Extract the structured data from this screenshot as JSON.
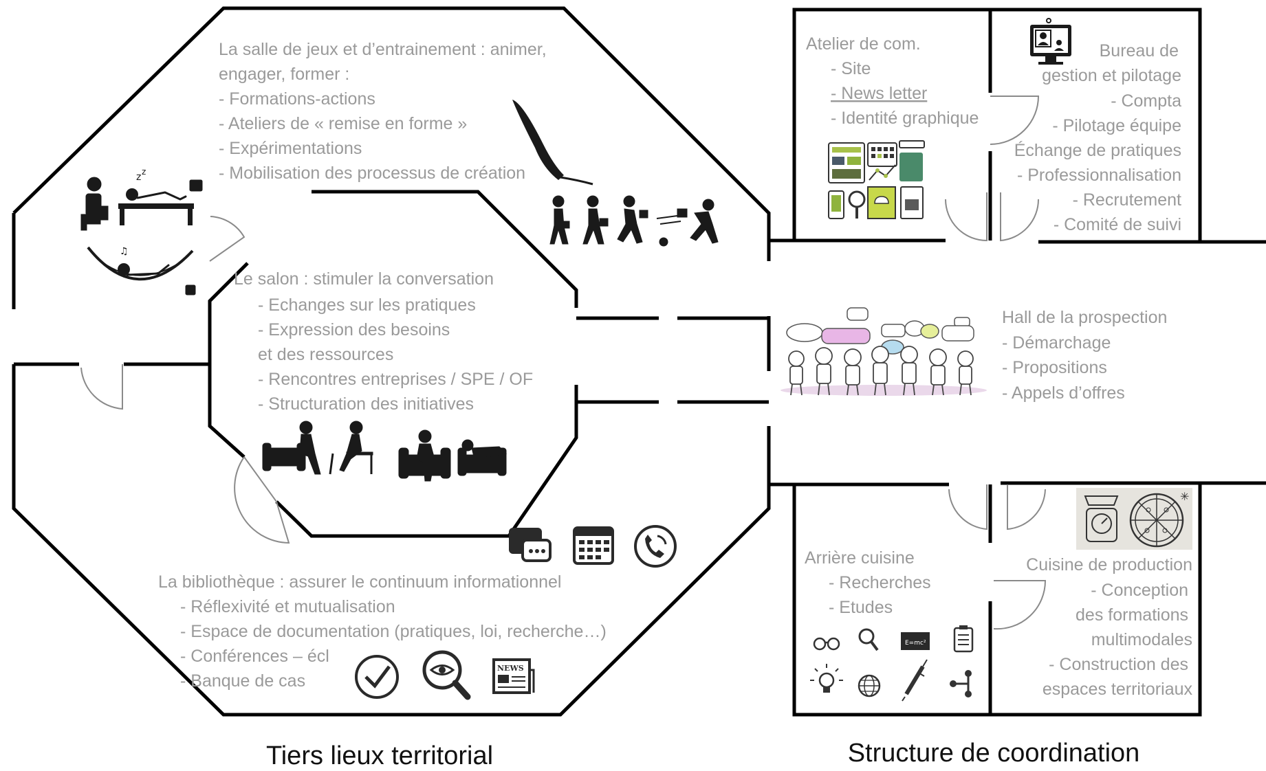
{
  "tiers_lieux": {
    "caption": "Tiers lieux territorial",
    "salle_jeux": {
      "title_line1": "La salle de jeux et d’entrainement : animer,",
      "title_line2": "engager, former :",
      "items": [
        "- Formations-actions",
        "- Ateliers de « remise en forme »",
        "- Expérimentations",
        "- Mobilisation des processus de création"
      ]
    },
    "salon": {
      "title": "Le salon : stimuler la conversation",
      "line1": "- Echanges sur les pratiques",
      "line2": "- Expression des besoins",
      "line3": "et des ressources",
      "line4": "-   Rencontres entreprises / SPE / OF",
      "line5": "-   Structuration des initiatives"
    },
    "bibliotheque": {
      "title": "La bibliothèque : assurer le continuum informationnel",
      "items": [
        "- Réflexivité et mutualisation",
        "- Espace de documentation (pratiques, loi, recherche…)",
        "- Conférences – écl",
        "- Banque de cas"
      ]
    }
  },
  "structure": {
    "caption": "Structure de coordination",
    "atelier_com": {
      "title": "Atelier de com.",
      "items": [
        "-  Site",
        "-  News letter",
        "-  Identité graphique"
      ]
    },
    "bureau": {
      "title_line1": "Bureau de",
      "title_line2": "gestion et pilotage",
      "items": [
        "- Compta",
        "- Pilotage équipe",
        "Échange de pratiques",
        "- Professionnalisation",
        "- Recrutement",
        "- Comité de suivi"
      ]
    },
    "hall": {
      "title": "Hall de la prospection",
      "items": [
        "-      Démarchage",
        "-      Propositions",
        "-      Appels d’offres"
      ]
    },
    "arriere_cuisine": {
      "title": "Arrière cuisine",
      "items": [
        "-  Recherches",
        "-  Etudes"
      ]
    },
    "cuisine": {
      "title": "Cuisine de production",
      "items": [
        "- Conception",
        "des formations",
        "multimodales",
        "-   Construction des",
        "espaces territoriaux"
      ]
    },
    "emc_label": "E=mc²",
    "news_label": "NEWS"
  },
  "colors": {
    "text": "#9a9a9a",
    "wall": "#000000",
    "door": "#8a8a8a",
    "bubble_pink": "#e8b6e6",
    "bubble_blue": "#b6dcef",
    "bubble_yellow": "#e6ef9a"
  },
  "icons": [
    "person-desk-icon",
    "sleeping-person-icon",
    "hammock-icon",
    "briefcase-icon",
    "paintbrush-icon",
    "walking-people-icon",
    "sofa-people-icon",
    "chat-icon",
    "calendar-icon",
    "phone-icon",
    "check-icon",
    "eye-search-icon",
    "newspaper-icon",
    "monitor-video-icon",
    "web-design-icons",
    "crowd-speech-icon",
    "scale-icon",
    "pizza-icon",
    "glasses-icon",
    "magnifier-icon",
    "blackboard-icon",
    "clipboard-icon",
    "lightbulb-icon",
    "globe-icon",
    "syringe-icon",
    "network-icon"
  ]
}
